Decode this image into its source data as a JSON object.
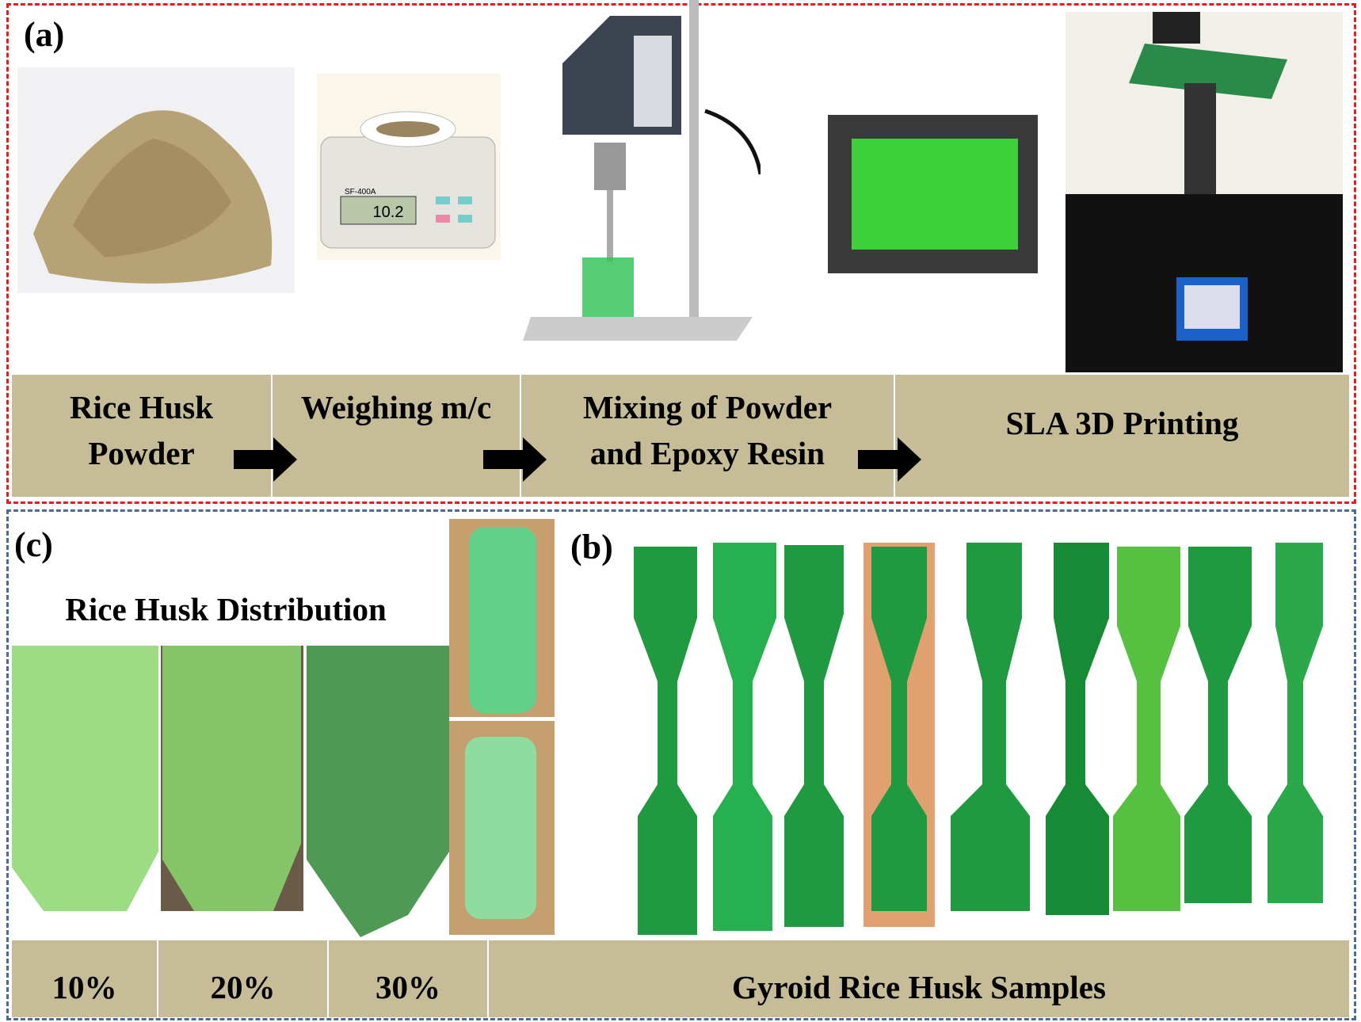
{
  "panel_a": {
    "label": "(a)",
    "steps": [
      "Rice Husk\nPowder",
      "Weighing m/c",
      "Mixing of Powder\nand Epoxy Resin",
      "SLA 3D Printing"
    ],
    "scale_display": "10.2",
    "scale_model": "SF-400A"
  },
  "panel_c": {
    "label": "(c)",
    "title": "Rice Husk Distribution",
    "percentages": [
      "10%",
      "20%",
      "30%"
    ]
  },
  "panel_b": {
    "label": "(b)",
    "caption": "Gyroid Rice Husk Samples"
  },
  "colors": {
    "bar": "#c6bd98",
    "red_border": "#e02020",
    "blue_border": "#4a6a9a",
    "resin_green": "#2aa84a"
  }
}
